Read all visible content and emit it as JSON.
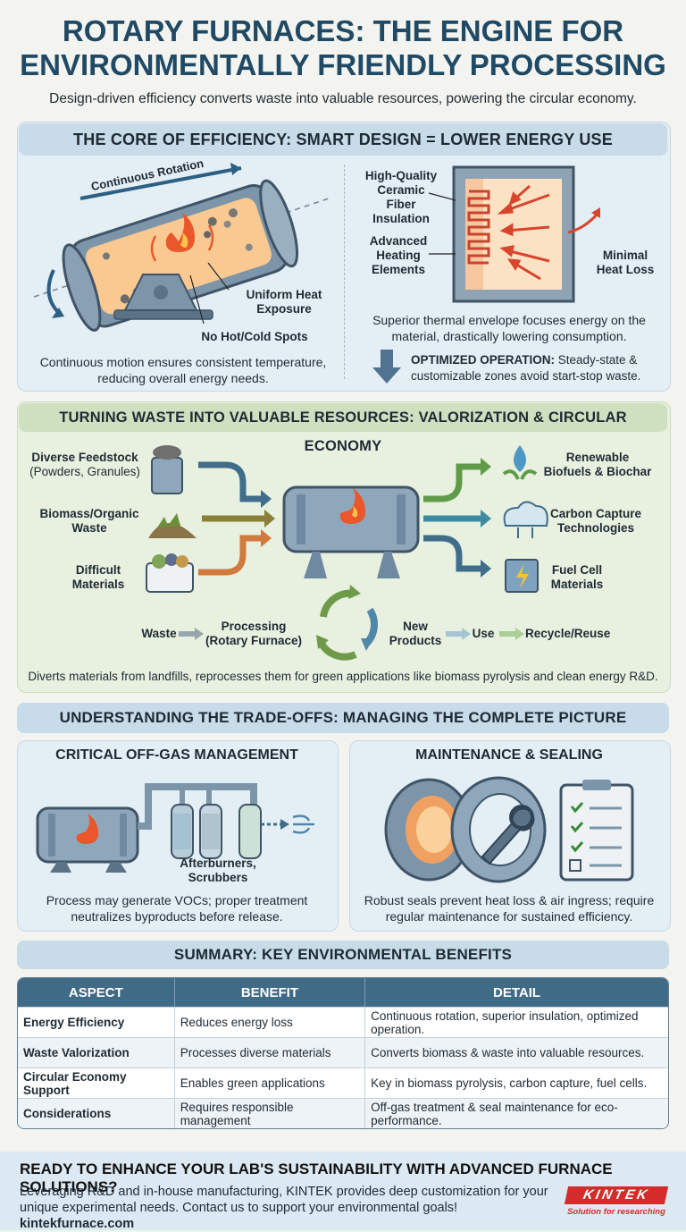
{
  "title_line1": "ROTARY FURNACES: THE ENGINE FOR",
  "title_line2": "ENVIRONMENTALLY FRIENDLY PROCESSING",
  "subtitle": "Design-driven efficiency converts waste into valuable resources, powering the circular economy.",
  "efficiency": {
    "header": "THE CORE OF EFFICIENCY: SMART DESIGN = LOWER ENERGY USE",
    "rotation_label": "Continuous Rotation",
    "uniform_heat": "Uniform Heat Exposure",
    "no_spots": "No Hot/Cold Spots",
    "left_caption": "Continuous motion ensures consistent temperature, reducing overall energy needs.",
    "insulation_label": "High-Quality Ceramic Fiber Insulation",
    "heating_label": "Advanced Heating Elements",
    "heat_loss_label": "Minimal Heat Loss",
    "right_caption": "Superior thermal envelope focuses energy on the material, drastically lowering consumption.",
    "optimized_title": "OPTIMIZED OPERATION:",
    "optimized_text": "Steady-state & customizable zones avoid start-stop waste."
  },
  "valorization": {
    "header": "TURNING WASTE INTO VALUABLE RESOURCES: VALORIZATION & CIRCULAR ECONOMY",
    "inputs": [
      {
        "line1": "Diverse Feedstock",
        "line2": "(Powders, Granules)"
      },
      {
        "line1": "Biomass/Organic",
        "line2": "Waste"
      },
      {
        "line1": "Difficult",
        "line2": "Materials"
      }
    ],
    "outputs": [
      {
        "line1": "Renewable",
        "line2": "Biofuels & Biochar"
      },
      {
        "line1": "Carbon Capture",
        "line2": "Technologies"
      },
      {
        "line1": "Fuel Cell",
        "line2": "Materials"
      }
    ],
    "flow": {
      "waste": "Waste",
      "processing1": "Processing",
      "processing2": "(Rotary Furnace)",
      "new1": "New",
      "new2": "Products",
      "use": "Use",
      "recycle": "Recycle/Reuse"
    },
    "caption": "Diverts materials from landfills, reprocesses them for green applications like biomass pyrolysis and clean energy R&D."
  },
  "tradeoffs": {
    "header": "UNDERSTANDING THE TRADE-OFFS: MANAGING THE COMPLETE PICTURE",
    "offgas_title": "CRITICAL OFF-GAS MANAGEMENT",
    "offgas_label1": "Afterburners,",
    "offgas_label2": "Scrubbers",
    "offgas_caption": "Process may generate VOCs; proper treatment neutralizes byproducts before release.",
    "maint_title": "MAINTENANCE & SEALING",
    "maint_caption": "Robust seals prevent heat loss & air ingress; require regular maintenance for sustained efficiency."
  },
  "summary": {
    "header": "SUMMARY: KEY ENVIRONMENTAL BENEFITS",
    "columns": [
      "ASPECT",
      "BENEFIT",
      "DETAIL"
    ],
    "rows": [
      {
        "aspect": "Energy Efficiency",
        "benefit": "Reduces energy loss",
        "detail": "Continuous rotation, superior insulation, optimized operation."
      },
      {
        "aspect": "Waste Valorization",
        "benefit": "Processes diverse materials",
        "detail": "Converts biomass & waste into valuable resources."
      },
      {
        "aspect": "Circular Economy Support",
        "benefit": "Enables green applications",
        "detail": "Key in biomass pyrolysis, carbon capture, fuel cells."
      },
      {
        "aspect": "Considerations",
        "benefit": "Requires responsible management",
        "detail": "Off-gas treatment & seal maintenance for eco-performance."
      }
    ]
  },
  "footer": {
    "heading": "READY TO ENHANCE YOUR LAB'S SUSTAINABILITY WITH ADVANCED FURNACE SOLUTIONS?",
    "text": "Leveraging R&D and in-house manufacturing, KINTEK provides deep customization for your unique experimental needs. Contact us to support your environmental goals!",
    "link": "kintekfurnace.com",
    "logo": "KINTEK",
    "logo_tagline": "Solution for researching"
  },
  "colors": {
    "title": "#1f4964",
    "header_blue": "#c7dbe8",
    "header_green": "#cfe0c0",
    "table_head": "#406b86",
    "brand_red": "#d42b2b"
  }
}
